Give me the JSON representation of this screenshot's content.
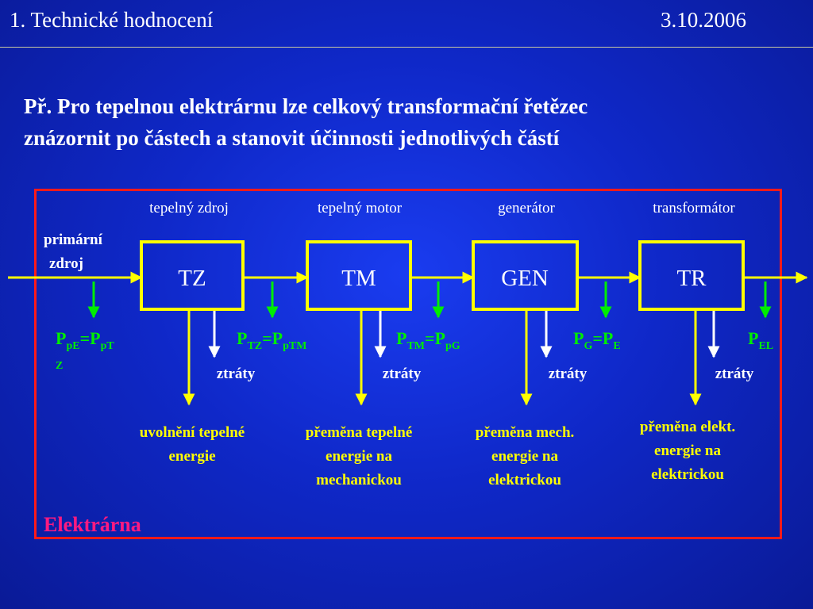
{
  "header": {
    "title": "1. Technické hodnocení",
    "date": "3.10.2006"
  },
  "intro_line1": "Př. Pro tepelnou elektrárnu lze celkový transformační řetězec",
  "intro_line2": "znázornit po částech a stanovit účinnosti jednotlivých částí",
  "diagram": {
    "source_label_1": "primární",
    "source_label_2": "zdroj",
    "stages": [
      {
        "name": "tepelný zdroj",
        "box": "TZ",
        "conversion": [
          "uvolnění tepelné",
          "energie"
        ]
      },
      {
        "name": "tepelný motor",
        "box": "TM",
        "conversion": [
          "přeměna tepelné",
          "energie na",
          "mechanickou"
        ]
      },
      {
        "name": "generátor",
        "box": "GEN",
        "conversion": [
          "přeměna mech.",
          "energie na",
          "elektrickou"
        ]
      },
      {
        "name": "transformátor",
        "box": "TR",
        "conversion": [
          "přeměna elekt.",
          "energie na",
          "elektrickou"
        ]
      }
    ],
    "loss_label": "ztráty",
    "powers": {
      "p0": {
        "a": "P",
        "a_sub": "pE",
        "eq": "=P",
        "b_sub": "pT",
        "cont": "Z"
      },
      "p1": {
        "a": "P",
        "a_sub": "TZ",
        "eq": "=P",
        "b_sub": "pTM"
      },
      "p2": {
        "a": "P",
        "a_sub": "TM",
        "eq": "=P",
        "b_sub": "pG"
      },
      "p3": {
        "a": "P",
        "a_sub": "G",
        "eq": "=P",
        "b_sub": "E"
      },
      "p4": {
        "a": "P",
        "a_sub": "EL"
      }
    },
    "plant_label": "Elektrárna"
  },
  "colors": {
    "background": "#0f28c8",
    "frame": "#ff1a1a",
    "boxes_and_arrows": "#ffff00",
    "power_labels": "#00ee00",
    "plant_label": "#ff1a80"
  }
}
